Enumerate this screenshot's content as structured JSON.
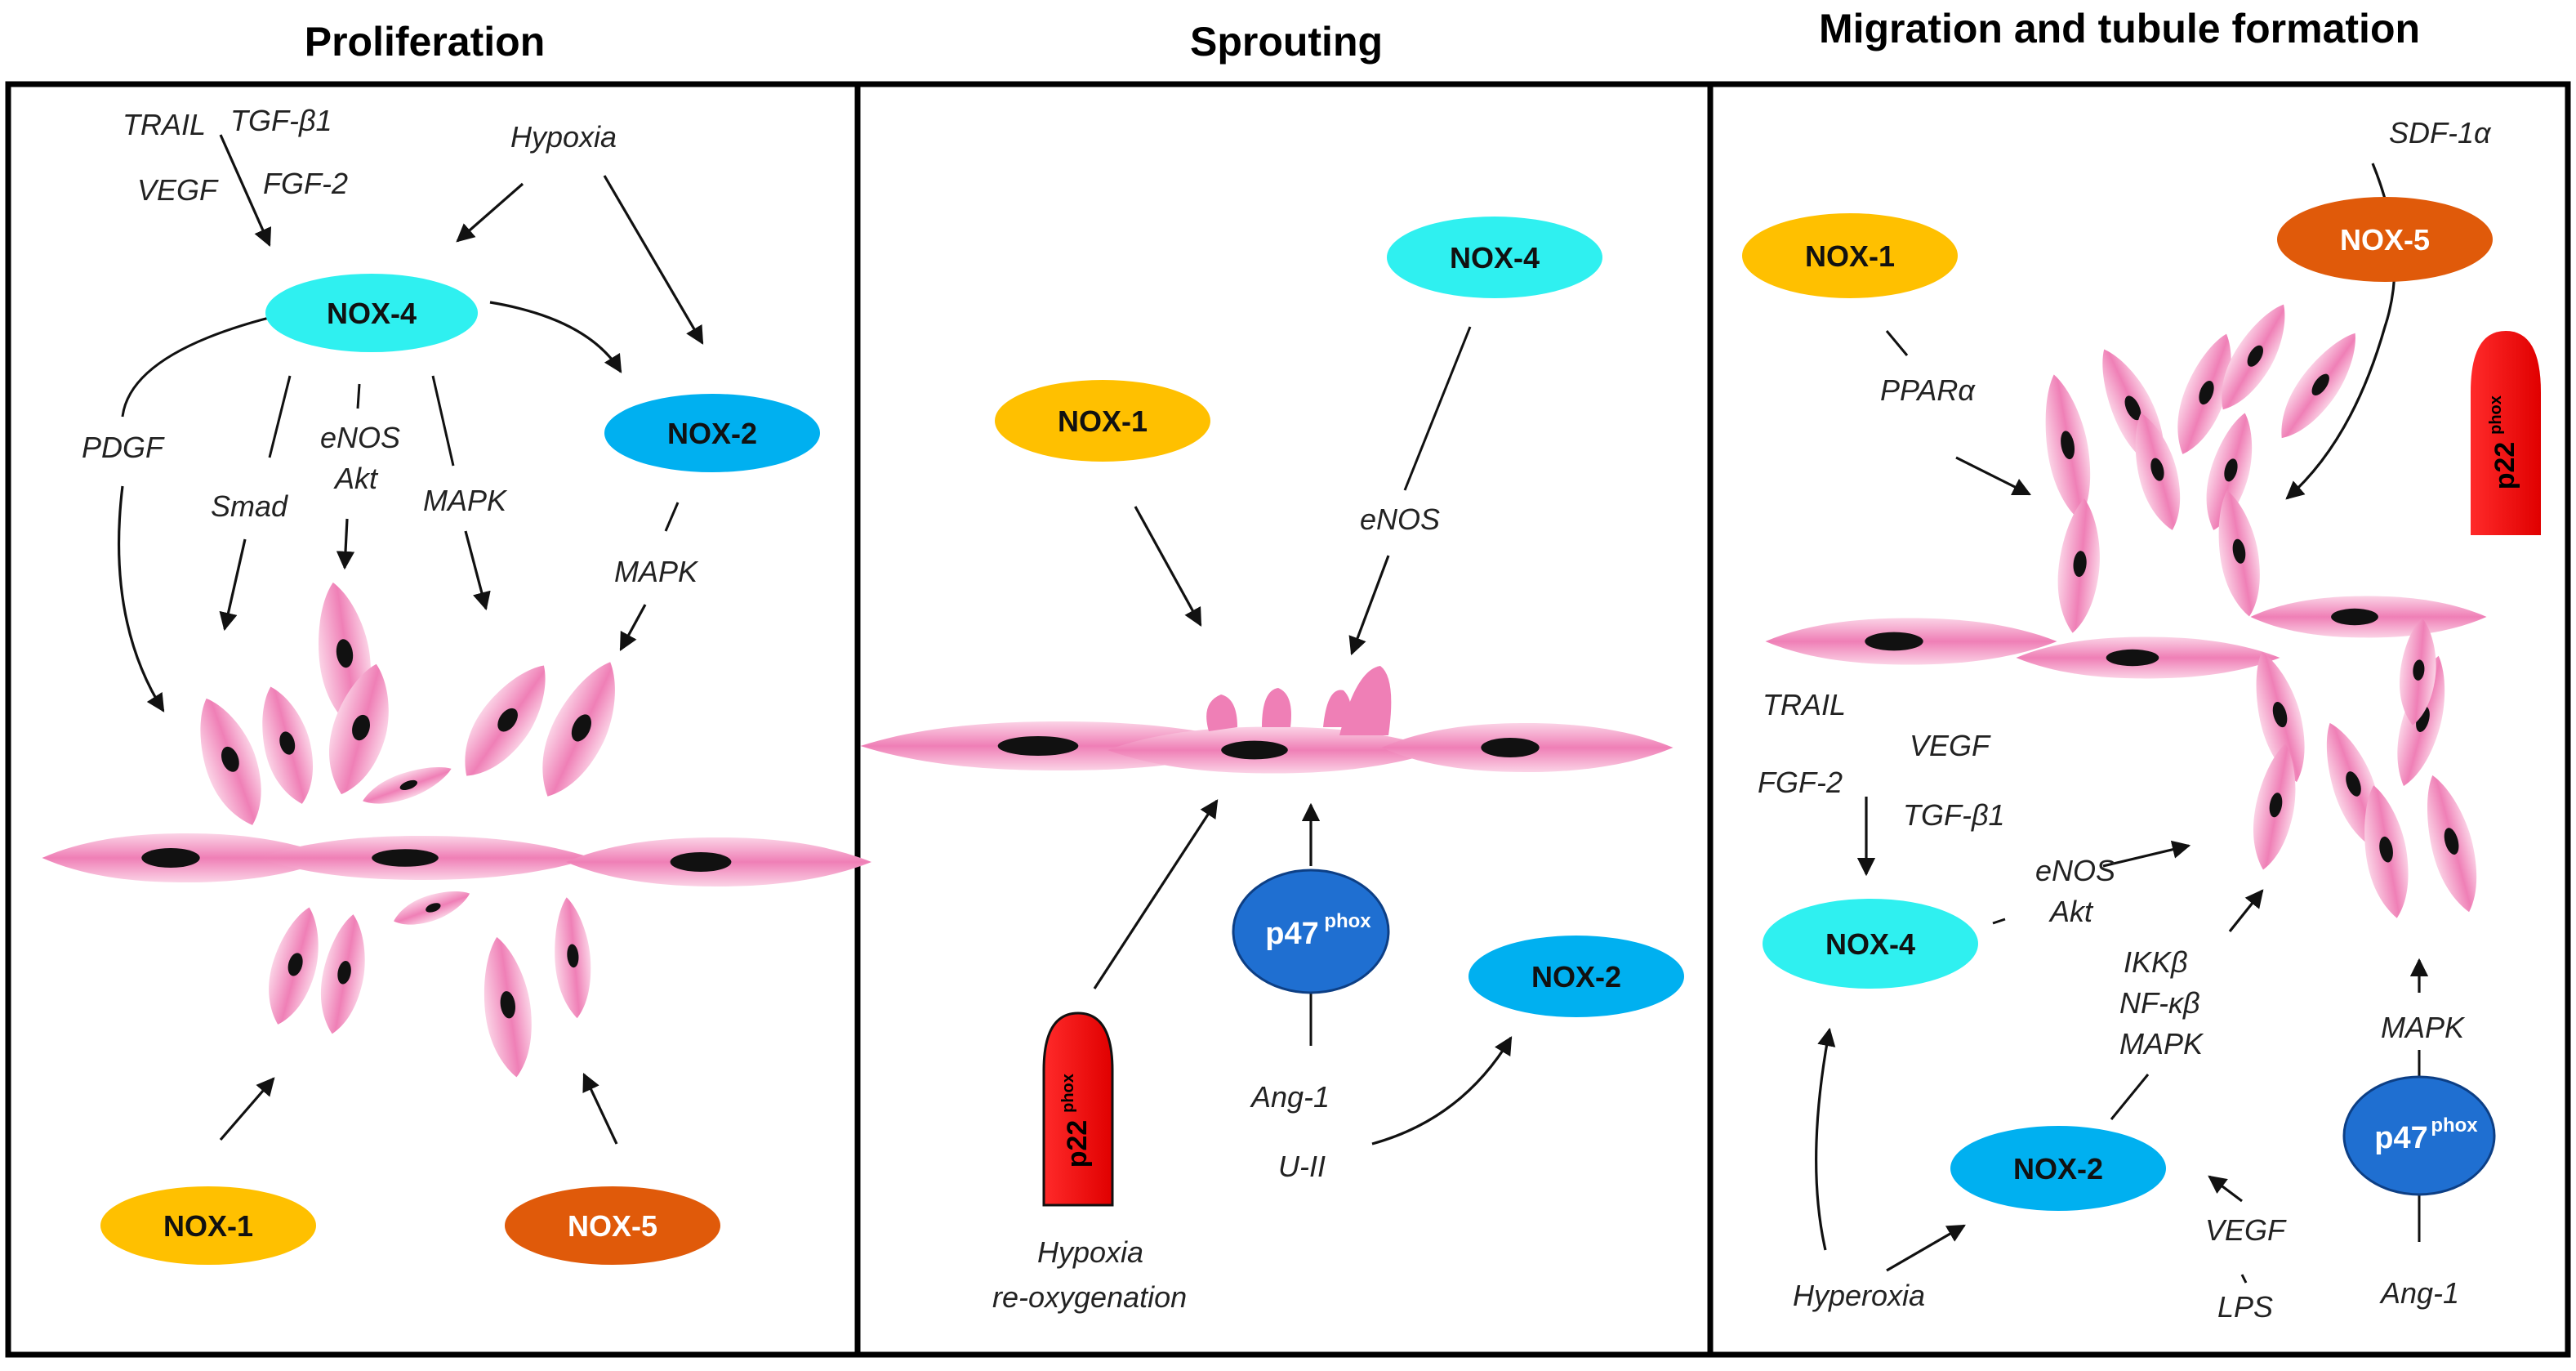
{
  "panels": [
    {
      "title": "Proliferation"
    },
    {
      "title": "Sprouting"
    },
    {
      "title": "Migration and tubule formation"
    }
  ],
  "enzymes": {
    "nox1": "NOX-1",
    "nox2": "NOX-2",
    "nox4": "NOX-4",
    "nox5": "NOX-5",
    "p47": "p47",
    "p47_sup": "phox",
    "p22": "p22",
    "p22_sup": "phox"
  },
  "labels": {
    "trail": "TRAIL",
    "tgfb1": "TGF-β1",
    "vegf": "VEGF",
    "fgf2": "FGF-2",
    "hypoxia": "Hypoxia",
    "pdgf": "PDGF",
    "smad": "Smad",
    "enos": "eNOS",
    "akt": "Akt",
    "mapk": "MAPK",
    "ang1": "Ang-1",
    "uii": "U-II",
    "hypoxia_reox_1": "Hypoxia",
    "hypoxia_reox_2": "re-oxygenation",
    "sdf1a": "SDF-1α",
    "ppara": "PPARα",
    "ikkb": "IKKβ",
    "nfkb": "NF-κβ",
    "hyperoxia": "Hyperoxia",
    "lps": "LPS"
  },
  "colors": {
    "nox1": "#ffc000",
    "nox2": "#00b0f0",
    "nox4": "#2ff0f0",
    "nox5": "#e05a0a",
    "p47": "#1f6fd1",
    "p22": "#ff0000",
    "cell": "#f28cc0",
    "nucleus": "#111111"
  }
}
